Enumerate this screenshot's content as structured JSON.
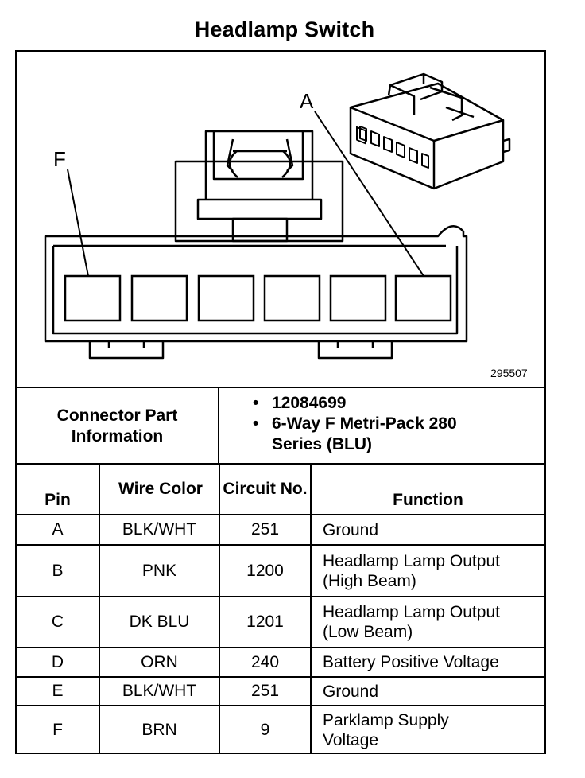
{
  "title": "Headlamp Switch",
  "figure_number": "295507",
  "callouts": {
    "pin_a": "A",
    "pin_f": "F"
  },
  "connector_info": {
    "label": "Connector Part Information",
    "items": [
      "12084699",
      "6-Way F Metri-Pack 280 Series (BLU)"
    ]
  },
  "table": {
    "headers": {
      "pin": "Pin",
      "wire_color": "Wire Color",
      "circuit": "Circuit No.",
      "function": "Function"
    },
    "rows": [
      {
        "pin": "A",
        "wire_color": "BLK/WHT",
        "circuit": "251",
        "function": "Ground"
      },
      {
        "pin": "B",
        "wire_color": "PNK",
        "circuit": "1200",
        "function": "Headlamp Lamp Output (High Beam)"
      },
      {
        "pin": "C",
        "wire_color": "DK BLU",
        "circuit": "1201",
        "function": "Headlamp Lamp Output (Low Beam)"
      },
      {
        "pin": "D",
        "wire_color": "ORN",
        "circuit": "240",
        "function": "Battery Positive Voltage"
      },
      {
        "pin": "E",
        "wire_color": "BLK/WHT",
        "circuit": "251",
        "function": "Ground"
      },
      {
        "pin": "F",
        "wire_color": "BRN",
        "circuit": "9",
        "function": "Parklamp Supply Voltage"
      }
    ]
  }
}
